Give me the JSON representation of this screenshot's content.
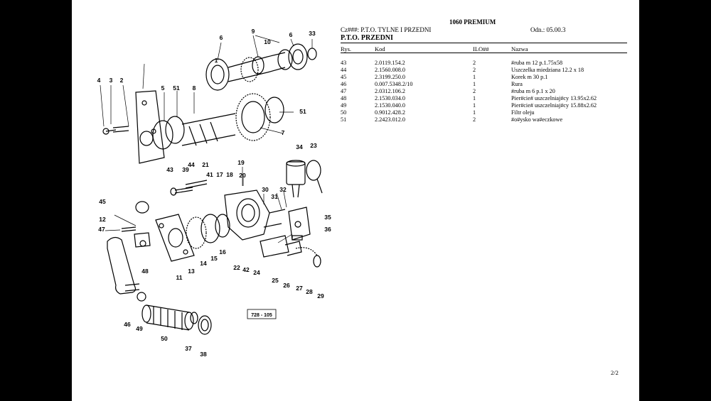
{
  "doc": {
    "title": "1060 PREMIUM",
    "group_label": "Cz###: P.T.O. TYLNE I PRZEDNI",
    "section_code": "Odn.: 05.00.3",
    "section_title": "P.T.O. PRZEDNI",
    "page_number": "2/2"
  },
  "table": {
    "headers": {
      "rys": "Rys.",
      "kod": "Kod",
      "ilo": "ILO##",
      "nazwa": "Nazwa"
    },
    "rows": [
      {
        "rys": "43",
        "kod": "2.0119.154.2",
        "ilo": "2",
        "nazwa": "#ruba m 12 p.1.75x58"
      },
      {
        "rys": "44",
        "kod": "2.1560.008.0",
        "ilo": "2",
        "nazwa": "Uszczelka miedziana 12.2 x 18"
      },
      {
        "rys": "45",
        "kod": "2.3199.250.0",
        "ilo": "1",
        "nazwa": "Korek m 30 p.1"
      },
      {
        "rys": "46",
        "kod": "0.007.5348.2/10",
        "ilo": "1",
        "nazwa": "Rura"
      },
      {
        "rys": "47",
        "kod": "2.0312.106.2",
        "ilo": "2",
        "nazwa": "#ruba m 6 p.1 x 20"
      },
      {
        "rys": "48",
        "kod": "2.1530.034.0",
        "ilo": "1",
        "nazwa": "Pier#cie# uszczelniaj#cy 13.95x2.62"
      },
      {
        "rys": "49",
        "kod": "2.1530.040.0",
        "ilo": "1",
        "nazwa": "Pier#cie# uszczelniaj#cy 15.88x2.62"
      },
      {
        "rys": "50",
        "kod": "0.9012.428.2",
        "ilo": "1",
        "nazwa": "Filtr oleju"
      },
      {
        "rys": "51",
        "kod": "2.2423.012.0",
        "ilo": "2",
        "nazwa": "#o#ysko wa#eczkowe"
      }
    ]
  },
  "diagram": {
    "ref": "728 - 105",
    "callouts": [
      "1",
      "2",
      "3",
      "4",
      "5",
      "51",
      "6",
      "7",
      "8",
      "9",
      "10",
      "6",
      "33",
      "51",
      "34",
      "23",
      "21",
      "44",
      "39",
      "43",
      "41",
      "17",
      "18",
      "19",
      "20",
      "45",
      "30",
      "32",
      "31",
      "12",
      "47",
      "35",
      "36",
      "48",
      "13",
      "14",
      "15",
      "16",
      "11",
      "22",
      "42",
      "24",
      "25",
      "26",
      "27",
      "28",
      "29",
      "46",
      "49",
      "50",
      "37",
      "38"
    ]
  }
}
